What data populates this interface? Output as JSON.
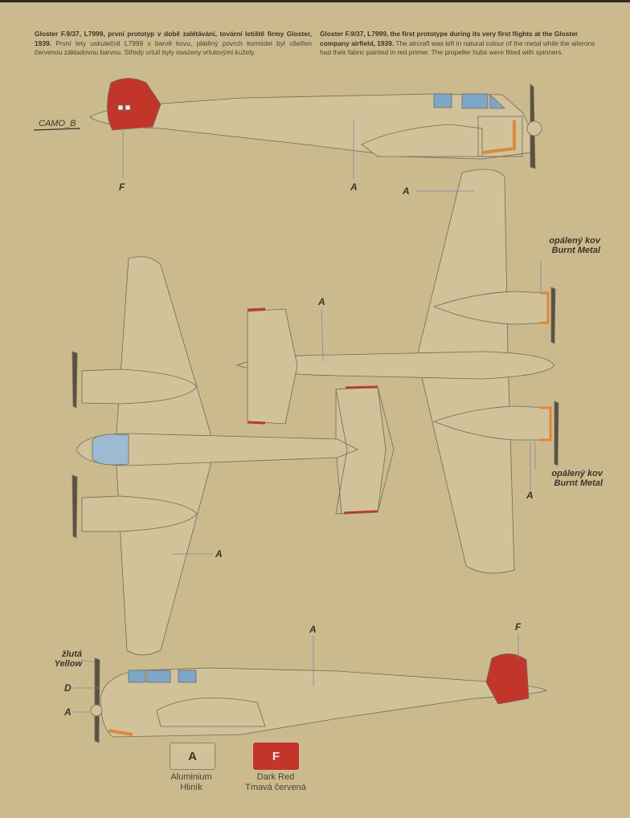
{
  "description_cz": {
    "bold": "Gloster F.9/37, L7999, první prototyp v době zalétávání, tovární letiště firmy Gloster, 1939.",
    "text": "První lety uskutečnil L7999 v barvě kovu, plátěný povrch kormidel byl ošetřen červenou základovou barvou. Středy vrtulí byly osazeny vrtulovými kužely."
  },
  "description_en": {
    "bold": "Gloster F.9/37, L7999, the first prototype during its very first flights at the Gloster company airfield, 1939.",
    "text": "The aircraft was left in natural colour of the metal while the ailerons had their fabric painted in red primer. The propeller hubs were fitted with spinners."
  },
  "camo_label": "CAMO_B",
  "callouts": {
    "top_F": "F",
    "top_A": "A",
    "plan1_A_wing": "A",
    "plan1_A_fus": "A",
    "plan1_A_lower": "A",
    "plan2_A": "A",
    "bottom_A": "A",
    "bottom_F": "F",
    "bottom_D": "D",
    "bottom_A2": "A"
  },
  "notes": {
    "burnt1_cz": "opálený kov",
    "burnt1_en": "Burnt Metal",
    "burnt2_cz": "opálený kov",
    "burnt2_en": "Burnt Metal",
    "yellow_cz": "žlutá",
    "yellow_en": "Yellow"
  },
  "legend": [
    {
      "code": "A",
      "name_en": "Aluminium",
      "name_cz": "Hliník",
      "color": "#d2c29a"
    },
    {
      "code": "F",
      "name_en": "Dark Red",
      "name_cz": "Tmavá červená",
      "color": "#c2352b"
    }
  ],
  "colors": {
    "background": "#ccba8f",
    "line": "#6f6a5a",
    "red": "#c2352b",
    "glass": "#7ea6c8",
    "burnt": "#d98a3a"
  }
}
